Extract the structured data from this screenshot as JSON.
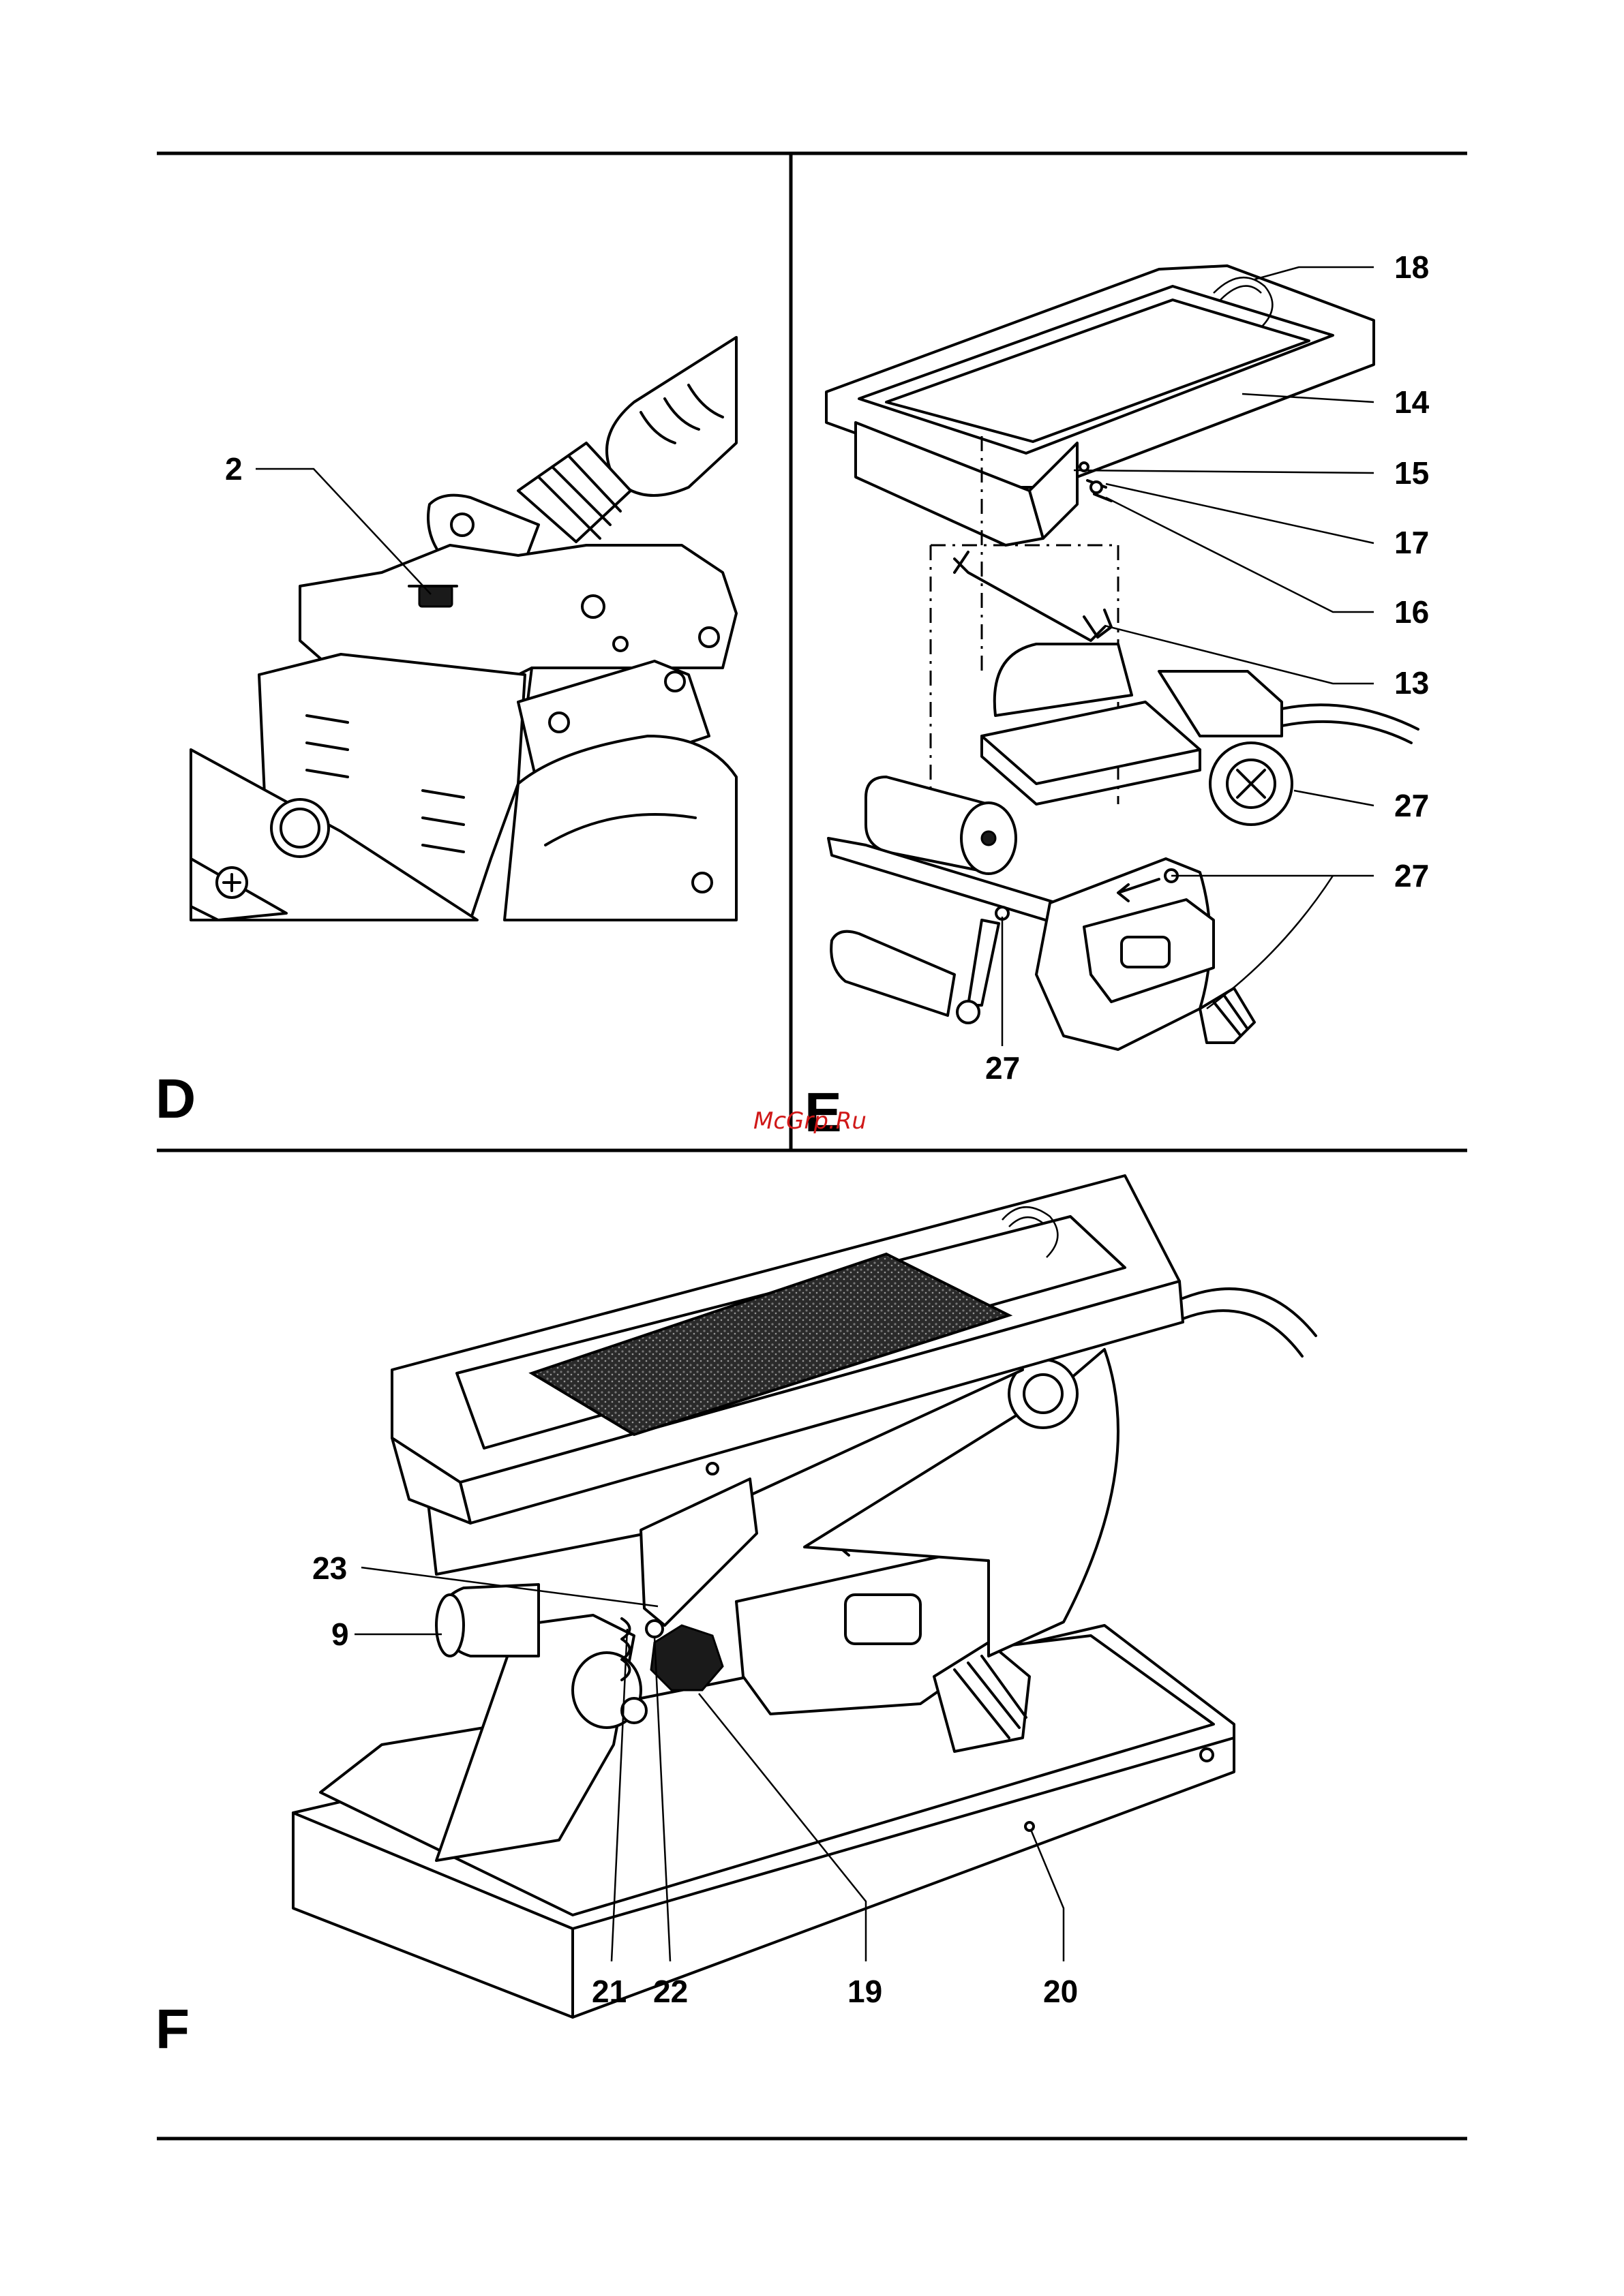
{
  "panels": {
    "D": {
      "letter": "D",
      "callouts": [
        "2"
      ]
    },
    "E": {
      "letter": "E",
      "callouts": [
        "18",
        "14",
        "15",
        "17",
        "16",
        "13",
        "27",
        "27",
        "27"
      ]
    },
    "F": {
      "letter": "F",
      "callouts": [
        "23",
        "9",
        "21",
        "22",
        "19",
        "20"
      ]
    }
  },
  "watermark": "McGrp.Ru"
}
